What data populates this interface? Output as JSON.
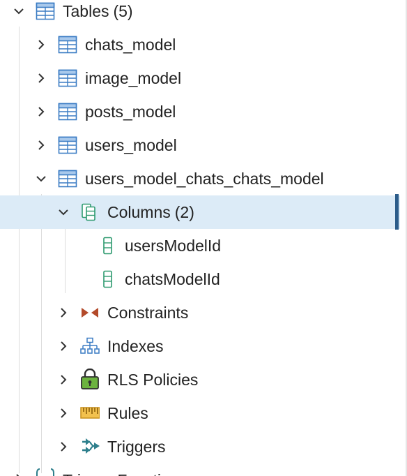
{
  "tree": {
    "tables": {
      "label": "Tables",
      "count": "(5)",
      "items": [
        {
          "label": "chats_model"
        },
        {
          "label": "image_model"
        },
        {
          "label": "posts_model"
        },
        {
          "label": "users_model"
        },
        {
          "label": "users_model_chats_chats_model"
        }
      ]
    },
    "columns": {
      "label": "Columns",
      "count": "(2)",
      "items": [
        {
          "label": "usersModelId"
        },
        {
          "label": "chatsModelId"
        }
      ]
    },
    "children": {
      "constraints": "Constraints",
      "indexes": "Indexes",
      "rls_policies": "RLS Policies",
      "rules": "Rules",
      "triggers": "Triggers"
    },
    "partial_next": "Trigger Functions"
  },
  "colors": {
    "selected_bg": "#dcebf7",
    "selected_bar": "#2b5c8a",
    "table_icon": "#3b7cc4",
    "column_icon": "#2e9a6f",
    "constraint_icon": "#b34a2a",
    "index_icon": "#3b7cc4",
    "lock_icon": "#4c9a2a",
    "rules_icon": "#e0a82e",
    "trigger_icon": "#2e7f8c"
  },
  "icons": {
    "expanded": "chevron-down-icon",
    "collapsed": "chevron-right-icon"
  }
}
